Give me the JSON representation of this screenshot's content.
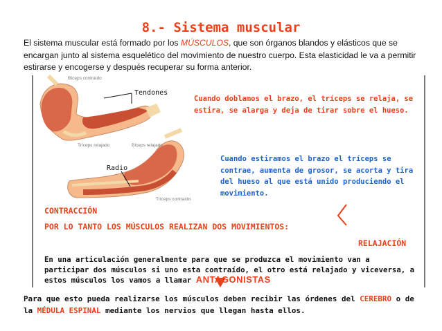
{
  "title": "8.- Sistema muscular",
  "intro": {
    "before": "El sistema muscular está formado por los ",
    "highlight": "MÚSCULOS",
    "after": ", que son órganos blandos y elásticos que se encargan junto al sistema esquelético del movimiento de nuestro cuerpo. Esta elasticidad le va a permitir estirarse y encogerse y después recuperar su forma anterior."
  },
  "illustration": {
    "biceps_contraido_top": "Bíceps contraído",
    "triceps_relajado": "Tríceps relajado",
    "biceps_relajado": "Bíceps relajado",
    "triceps_contraido": "Tríceps contraído",
    "tendones": "Tendones",
    "radio": "Radio"
  },
  "flex_text": "Cuando doblamos el brazo, el tríceps se relaja, se estira, se alarga y deja de tirar sobre el hueso.",
  "extend_text": "Cuando estiramos el brazo el tríceps se contrae, aumenta de grosor, se acorta y tira del hueso al que está unido produciendo el movimiento.",
  "contraccion": "CONTRACCIÓN",
  "dos_movimientos": "POR LO TANTO LOS MÚSCULOS REALIZAN DOS MOVIMIENTOS:",
  "relajacion": "RELAJACIÓN",
  "articulacion": {
    "text": "En una articulación generalmente para que se produzca el movimiento van a participar dos músculos si uno esta contraído, el otro está relajado y viceversa, a estos músculos los vamos a llamar ",
    "highlight": "ANTAGONISTAS"
  },
  "final": {
    "part1": "Para que esto pueda realizarse los músculos deben recibir las órdenes del ",
    "cerebro": "CEREBRO",
    "part2": " o de la ",
    "medula": "MÉDULA ESPINAL",
    "part3": " mediante los nervios que llegan hasta ellos."
  },
  "colors": {
    "accent_red": "#e8411b",
    "accent_blue": "#1f63c8",
    "muscle": "#d9684a",
    "bone": "#f3d9a8",
    "skin": "#f6b98c"
  }
}
